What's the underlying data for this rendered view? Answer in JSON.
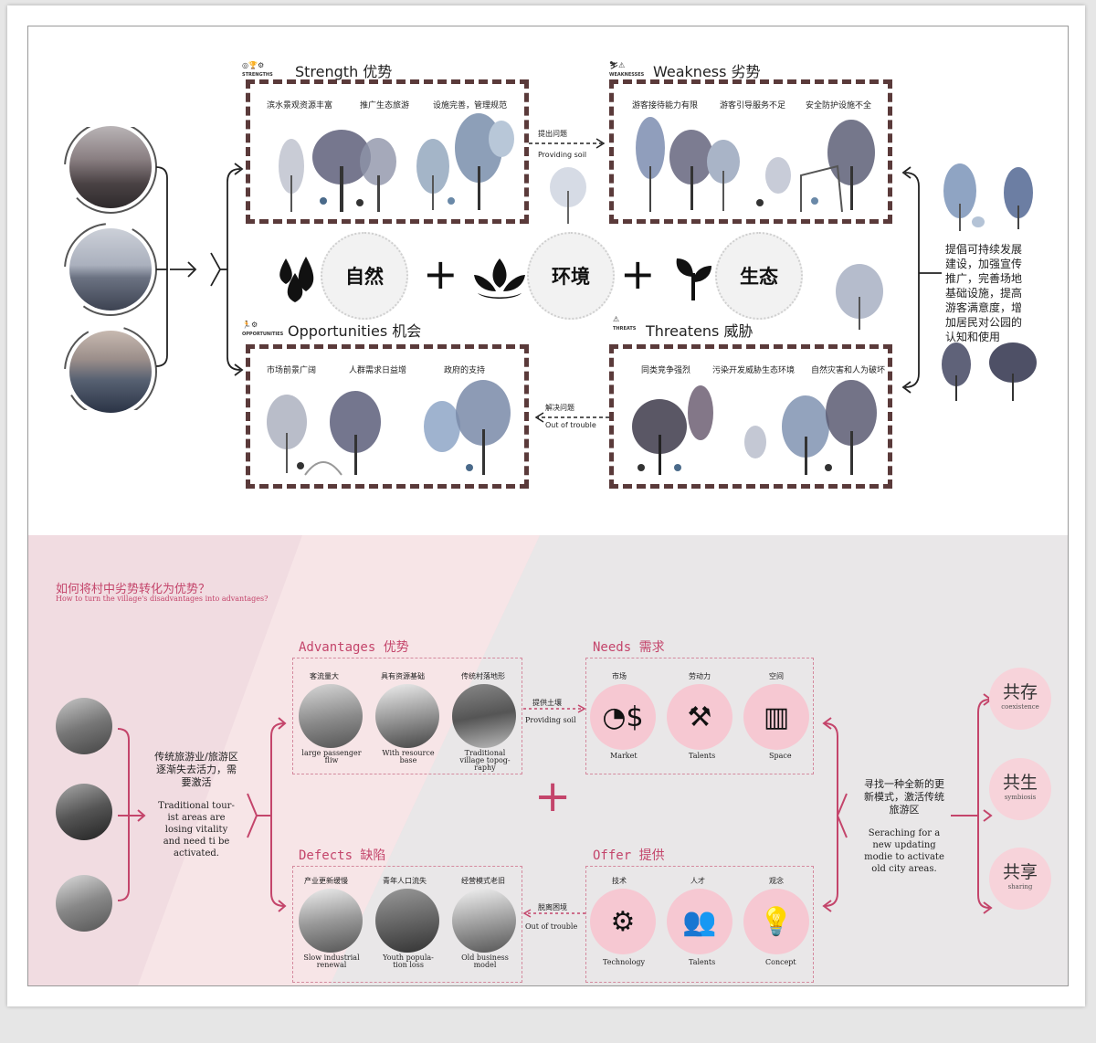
{
  "top": {
    "strength": {
      "title": "Strength 优势",
      "icon_label": "STRENGTHS",
      "items": [
        "滨水景观资源丰富",
        "推广生态旅游",
        "设施完善，管理规范"
      ]
    },
    "weakness": {
      "title": "Weakness 劣势",
      "icon_label": "WEAKNESSES",
      "items": [
        "游客接待能力有限",
        "游客引导服务不足",
        "安全防护设施不全"
      ]
    },
    "opportunities": {
      "title": "Opportunities 机会",
      "icon_label": "OPPORTUNITIES",
      "items": [
        "市场前景广阔",
        "人群需求日益增",
        "政府的支持"
      ]
    },
    "threats": {
      "title": "Threatens 威胁",
      "icon_label": "THREATS",
      "items": [
        "同类竞争强烈",
        "污染开发威胁生态环境",
        "自然灾害和人为破坏"
      ]
    },
    "arrow_sw": {
      "cn": "提出问题",
      "en": "Providing soil"
    },
    "arrow_ot": {
      "cn": "解决问题",
      "en": "Out of trouble"
    },
    "center": [
      "自然",
      "环境",
      "生态"
    ],
    "side_text": [
      "提倡可持续发展",
      "建设，加强宣传",
      "推广，完善场地",
      "基础设施，提高",
      "游客满意度，增",
      "加居民对公园的",
      "认知和使用"
    ]
  },
  "bottom": {
    "question_cn": "如何将村中劣势转化为优势？",
    "question_en": "How to turn the village's disadvantages into advantages?",
    "left_cn": [
      "传统旅游业/旅游区",
      "逐渐失去活力，需",
      "要激活"
    ],
    "left_en": [
      "Traditional tour-",
      "ist areas are",
      "losing vitality",
      "and need ti be",
      "activated."
    ],
    "advantages": {
      "title": "Advantages 优势",
      "items": [
        {
          "cn": "客流量大",
          "en": [
            "large passenger",
            "fliw"
          ]
        },
        {
          "cn": "具有资源基础",
          "en": [
            "With resource",
            "base"
          ]
        },
        {
          "cn": "传统村落地形",
          "en": [
            "Traditional",
            "village topog-",
            "raphy"
          ]
        }
      ]
    },
    "needs": {
      "title": "Needs 需求",
      "items": [
        {
          "cn": "市场",
          "en": "Market",
          "icon": "chart-dollar-icon",
          "glyph": "◔$"
        },
        {
          "cn": "劳动力",
          "en": "Talents",
          "icon": "worker-tools-icon",
          "glyph": "⚒"
        },
        {
          "cn": "空间",
          "en": "Space",
          "icon": "building-icon",
          "glyph": "▥"
        }
      ]
    },
    "defects": {
      "title": "Defects 缺陷",
      "items": [
        {
          "cn": "产业更新缓慢",
          "en": [
            "Slow industrial",
            "renewal"
          ]
        },
        {
          "cn": "青年人口流失",
          "en": [
            "Youth popula-",
            "tion loss"
          ]
        },
        {
          "cn": "经营模式老旧",
          "en": [
            "Old business",
            "model"
          ]
        }
      ]
    },
    "offer": {
      "title": "Offer 提供",
      "items": [
        {
          "cn": "技术",
          "en": "Technology",
          "icon": "gears-icon",
          "glyph": "⚙"
        },
        {
          "cn": "人才",
          "en": "Talents",
          "icon": "people-group-icon",
          "glyph": "👥"
        },
        {
          "cn": "观念",
          "en": "Concept",
          "icon": "lightbulb-icon",
          "glyph": "💡"
        }
      ]
    },
    "arrow_top": {
      "cn": "提供土壤",
      "en": "Providing soil"
    },
    "arrow_bottom": {
      "cn": "脱离困境",
      "en": "Out of trouble"
    },
    "right_cn": [
      "寻找一种全新的更",
      "新模式，激活传统",
      "旅游区"
    ],
    "right_en": [
      "Seraching for a",
      "new updating",
      "modie to activate",
      "old city areas."
    ],
    "shares": [
      {
        "cn": "共存",
        "en": "coexistence"
      },
      {
        "cn": "共生",
        "en": "symbiosis"
      },
      {
        "cn": "共享",
        "en": "sharing"
      }
    ]
  },
  "colors": {
    "accent": "#c4456b",
    "box_border": "#5a3a3a",
    "bottom_bg": "#e9e7e8",
    "pink_circle": "#f6c8d2"
  }
}
